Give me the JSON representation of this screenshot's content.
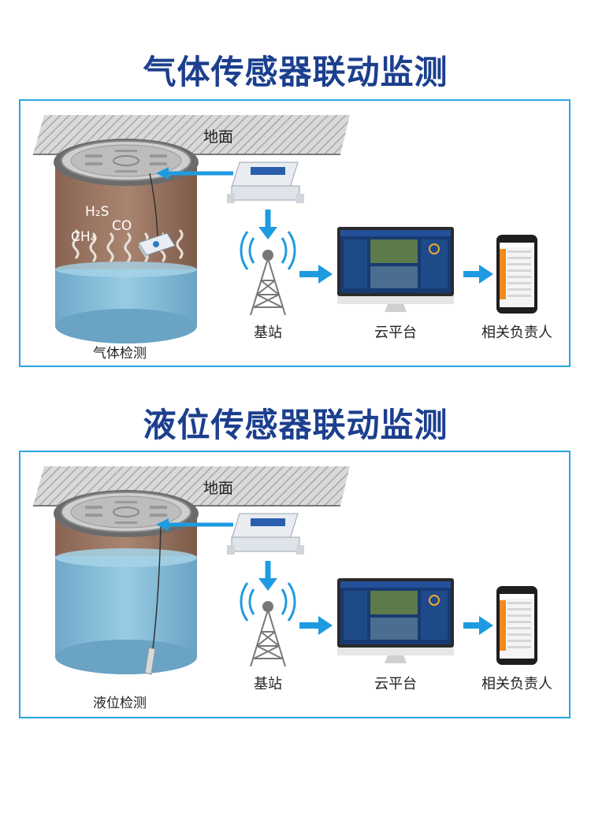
{
  "sections": [
    {
      "title": "气体传感器联动监测",
      "ground_label": "地面",
      "well_label": "气体检测",
      "gases": [
        "H₂S",
        "CO",
        "CH₄"
      ],
      "nodes": {
        "station": "基站",
        "cloud": "云平台",
        "person": "相关负责人"
      }
    },
    {
      "title": "液位传感器联动监测",
      "ground_label": "地面",
      "well_label": "液位检测",
      "nodes": {
        "station": "基站",
        "cloud": "云平台",
        "person": "相关负责人"
      }
    }
  ],
  "colors": {
    "title": "#1c3f8e",
    "border": "#2aa7e0",
    "arrow": "#1e9be0",
    "soil": "#9a7360",
    "water": "#8fc3dd",
    "screen": "#173a73",
    "phone_accent": "#f08a1c"
  },
  "icons": [
    "manhole-icon",
    "gateway-device-icon",
    "tower-icon",
    "monitor-icon",
    "phone-icon",
    "gas-sensor-icon",
    "level-probe-icon"
  ]
}
